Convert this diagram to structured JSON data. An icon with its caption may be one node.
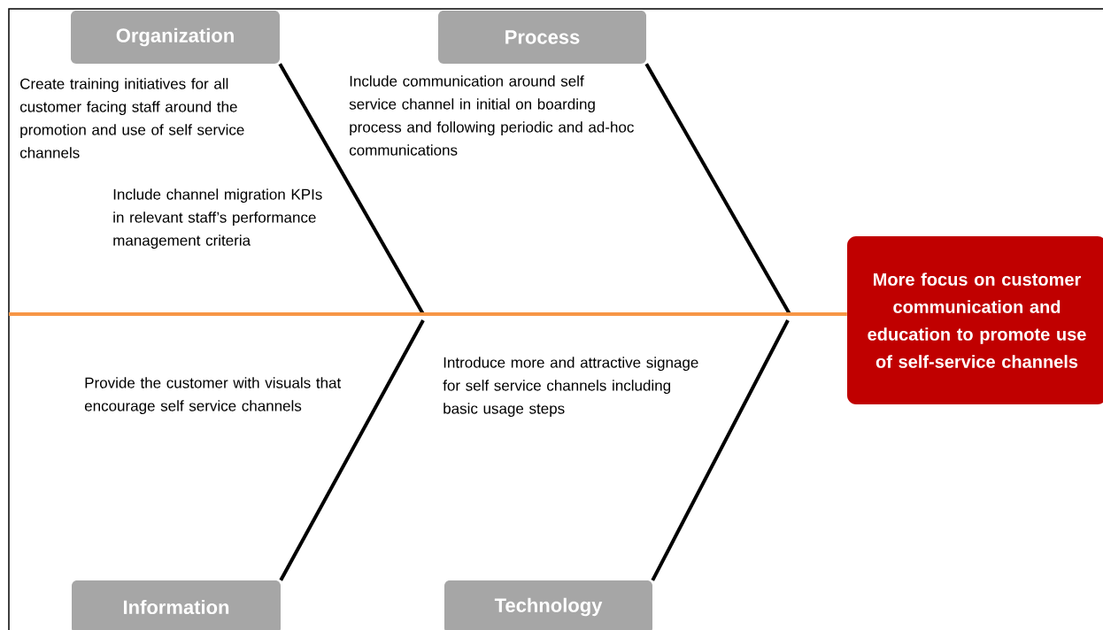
{
  "diagram": {
    "nodes": [
      {
        "text": [
          "Organization"
        ]
      },
      {
        "text": [
          "Process"
        ]
      },
      {
        "text": [
          "Information"
        ]
      },
      {
        "text": [
          "Technology"
        ]
      },
      {
        "text": [
          "More focus on customer communication and education to promote use of self-service channels"
        ]
      }
    ],
    "edges": [
      {
        "from": 0,
        "to": null,
        "arrow": "none"
      },
      {
        "from": 1,
        "to": null,
        "arrow": "none"
      },
      {
        "from": 2,
        "to": null,
        "arrow": "none"
      },
      {
        "from": 3,
        "to": null,
        "arrow": "none"
      },
      {
        "from": null,
        "to": 4,
        "arrow": "none",
        "color": "#f79646"
      }
    ],
    "labels": [
      "Create training initiatives for all customer facing staff around the promotion and use of self service channels",
      "Include channel migration KPIs in relevant staff’s performance management criteria",
      "Include communication around self service channel in initial on boarding process and following periodic and ad-hoc communications",
      "Provide the customer with visuals that encourage self service channels",
      "Introduce more and attractive signage for self service channels including basic usage steps"
    ]
  }
}
